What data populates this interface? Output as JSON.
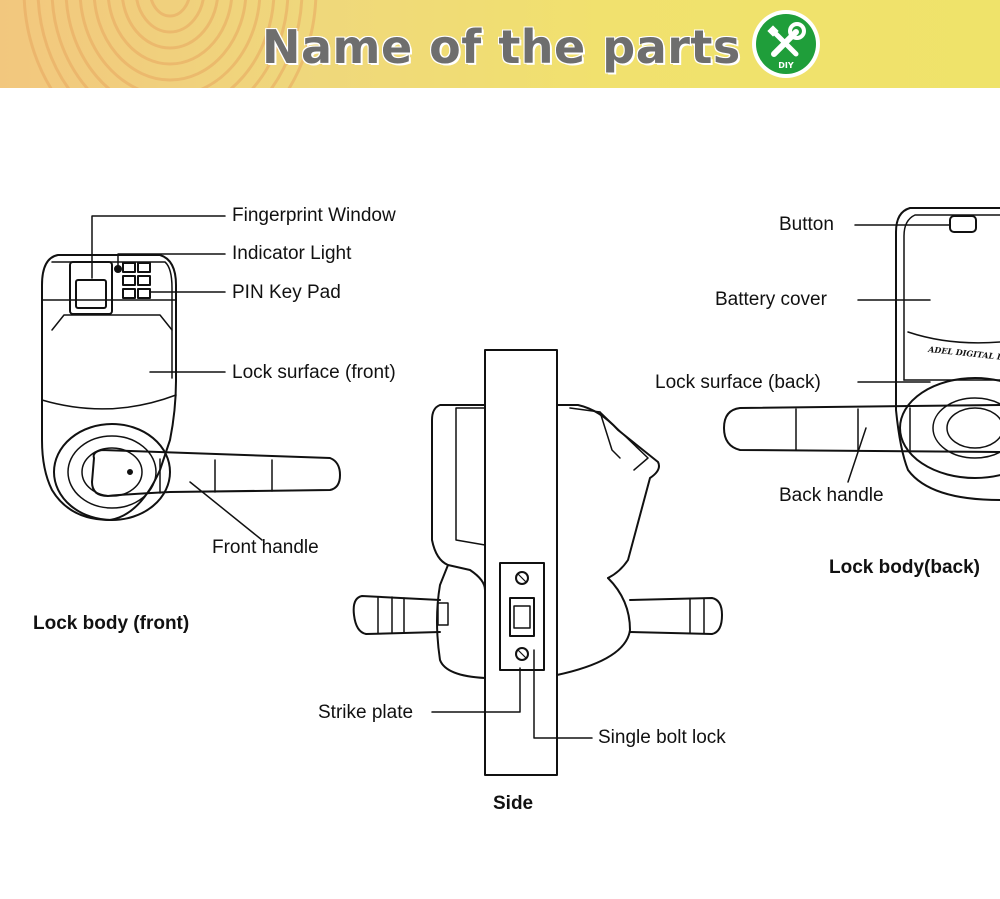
{
  "header": {
    "title": "Name of the parts",
    "badge_text": "DIY",
    "badge_icon": "wrench-screwdriver-icon",
    "colors": {
      "banner_left": "#f2c77e",
      "banner_right": "#efe36a",
      "title": "#6e6e6e",
      "badge_green": "#1f9e3a"
    }
  },
  "labels": {
    "fingerprint_window": "Fingerprint Window",
    "indicator_light": "Indicator Light",
    "pin_key_pad": "PIN Key Pad",
    "lock_surface_front": "Lock surface (front)",
    "front_handle": "Front handle",
    "lock_body_front": "Lock body (front)",
    "strike_plate": "Strike plate",
    "single_bolt_lock": "Single bolt lock",
    "side": "Side",
    "button": "Button",
    "battery_cover": "Battery cover",
    "lock_surface_back": "Lock surface (back)",
    "back_handle": "Back handle",
    "lock_body_back": "Lock body(back)"
  },
  "device_marking": "ADEL DIGITAL LOCK"
}
